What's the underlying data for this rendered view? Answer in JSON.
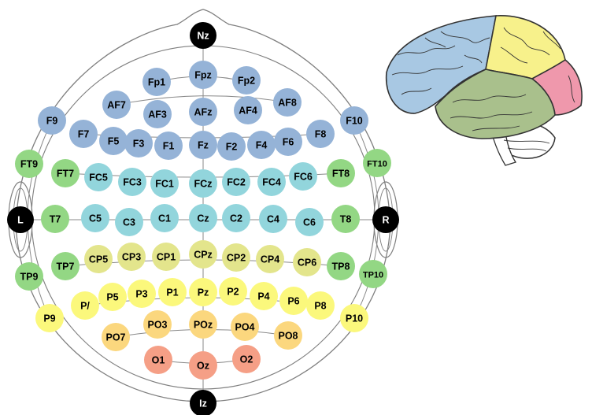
{
  "colors": {
    "frontal": "#95b3d7",
    "central": "#92d5dc",
    "temporal": "#93d784",
    "parietal": "#e3e58c",
    "parietal_light": "#fbf87c",
    "occipital_upper": "#fbd77e",
    "occipital": "#f59f86",
    "fiducial": "#000000",
    "outline": "#7f7f7f",
    "brain_frontal": "#a8c8e3",
    "brain_parietal": "#f7f18b",
    "brain_temporal": "#a9c08c",
    "brain_occipital": "#ef98ac",
    "brain_cerebellum": "#ffffff"
  },
  "electrodes": [
    {
      "id": "nz",
      "label": "Nz",
      "group": "fiducial"
    },
    {
      "id": "iz",
      "label": "Iz",
      "group": "fiducial"
    },
    {
      "id": "l",
      "label": "L",
      "group": "fiducial"
    },
    {
      "id": "r",
      "label": "R",
      "group": "fiducial"
    },
    {
      "id": "fpz",
      "label": "Fpz",
      "group": "frontal"
    },
    {
      "id": "fp1",
      "label": "Fp1",
      "group": "frontal"
    },
    {
      "id": "fp2",
      "label": "Fp2",
      "group": "frontal"
    },
    {
      "id": "af7",
      "label": "AF7",
      "group": "frontal"
    },
    {
      "id": "af3",
      "label": "AF3",
      "group": "frontal"
    },
    {
      "id": "afz",
      "label": "AFz",
      "group": "frontal"
    },
    {
      "id": "af4",
      "label": "AF4",
      "group": "frontal"
    },
    {
      "id": "af8",
      "label": "AF8",
      "group": "frontal"
    },
    {
      "id": "f9",
      "label": "F9",
      "group": "frontal"
    },
    {
      "id": "f7",
      "label": "F7",
      "group": "frontal"
    },
    {
      "id": "f5",
      "label": "F5",
      "group": "frontal"
    },
    {
      "id": "f3",
      "label": "F3",
      "group": "frontal"
    },
    {
      "id": "f1",
      "label": "F1",
      "group": "frontal"
    },
    {
      "id": "fz",
      "label": "Fz",
      "group": "frontal"
    },
    {
      "id": "f2",
      "label": "F2",
      "group": "frontal"
    },
    {
      "id": "f4",
      "label": "F4",
      "group": "frontal"
    },
    {
      "id": "f6",
      "label": "F6",
      "group": "frontal"
    },
    {
      "id": "f8",
      "label": "F8",
      "group": "frontal"
    },
    {
      "id": "f10",
      "label": "F10",
      "group": "frontal"
    },
    {
      "id": "ft9",
      "label": "FT9",
      "group": "temporal"
    },
    {
      "id": "ft7",
      "label": "FT7",
      "group": "temporal"
    },
    {
      "id": "fc5",
      "label": "FC5",
      "group": "central"
    },
    {
      "id": "fc3",
      "label": "FC3",
      "group": "central"
    },
    {
      "id": "fc1",
      "label": "FC1",
      "group": "central"
    },
    {
      "id": "fcz",
      "label": "FCz",
      "group": "central"
    },
    {
      "id": "fc2",
      "label": "FC2",
      "group": "central"
    },
    {
      "id": "fc4",
      "label": "FC4",
      "group": "central"
    },
    {
      "id": "fc6",
      "label": "FC6",
      "group": "central"
    },
    {
      "id": "ft8",
      "label": "FT8",
      "group": "temporal"
    },
    {
      "id": "ft10",
      "label": "FT10",
      "group": "temporal"
    },
    {
      "id": "t7",
      "label": "T7",
      "group": "temporal"
    },
    {
      "id": "c5",
      "label": "C5",
      "group": "central"
    },
    {
      "id": "c3",
      "label": "C3",
      "group": "central"
    },
    {
      "id": "c1",
      "label": "C1",
      "group": "central"
    },
    {
      "id": "cz",
      "label": "Cz",
      "group": "central"
    },
    {
      "id": "c2",
      "label": "C2",
      "group": "central"
    },
    {
      "id": "c4",
      "label": "C4",
      "group": "central"
    },
    {
      "id": "c6",
      "label": "C6",
      "group": "central"
    },
    {
      "id": "t8",
      "label": "T8",
      "group": "temporal"
    },
    {
      "id": "tp9",
      "label": "TP9",
      "group": "temporal"
    },
    {
      "id": "tp7",
      "label": "TP7",
      "group": "temporal"
    },
    {
      "id": "cp5",
      "label": "CP5",
      "group": "parietal"
    },
    {
      "id": "cp3",
      "label": "CP3",
      "group": "parietal"
    },
    {
      "id": "cp1",
      "label": "CP1",
      "group": "parietal"
    },
    {
      "id": "cpz",
      "label": "CPz",
      "group": "parietal"
    },
    {
      "id": "cp2",
      "label": "CP2",
      "group": "parietal"
    },
    {
      "id": "cp4",
      "label": "CP4",
      "group": "parietal"
    },
    {
      "id": "cp6",
      "label": "CP6",
      "group": "parietal"
    },
    {
      "id": "tp8",
      "label": "TP8",
      "group": "temporal"
    },
    {
      "id": "tp10",
      "label": "TP10",
      "group": "temporal"
    },
    {
      "id": "p9",
      "label": "P9",
      "group": "parietal_light"
    },
    {
      "id": "p7",
      "label": "P/",
      "group": "parietal_light"
    },
    {
      "id": "p5",
      "label": "P5",
      "group": "parietal_light"
    },
    {
      "id": "p3",
      "label": "P3",
      "group": "parietal_light"
    },
    {
      "id": "p1",
      "label": "P1",
      "group": "parietal_light"
    },
    {
      "id": "pz",
      "label": "Pz",
      "group": "parietal_light"
    },
    {
      "id": "p2",
      "label": "P2",
      "group": "parietal_light"
    },
    {
      "id": "p4",
      "label": "P4",
      "group": "parietal_light"
    },
    {
      "id": "p6",
      "label": "P6",
      "group": "parietal_light"
    },
    {
      "id": "p8",
      "label": "P8",
      "group": "parietal_light"
    },
    {
      "id": "p10",
      "label": "P10",
      "group": "parietal_light"
    },
    {
      "id": "po7",
      "label": "PO7",
      "group": "occipital_upper"
    },
    {
      "id": "po3",
      "label": "PO3",
      "group": "occipital_upper"
    },
    {
      "id": "poz",
      "label": "POz",
      "group": "occipital_upper"
    },
    {
      "id": "po4",
      "label": "PO4",
      "group": "occipital_upper"
    },
    {
      "id": "po8",
      "label": "PO8",
      "group": "occipital_upper"
    },
    {
      "id": "o1",
      "label": "O1",
      "group": "occipital"
    },
    {
      "id": "oz",
      "label": "Oz",
      "group": "occipital"
    },
    {
      "id": "o2",
      "label": "O2",
      "group": "occipital"
    }
  ]
}
